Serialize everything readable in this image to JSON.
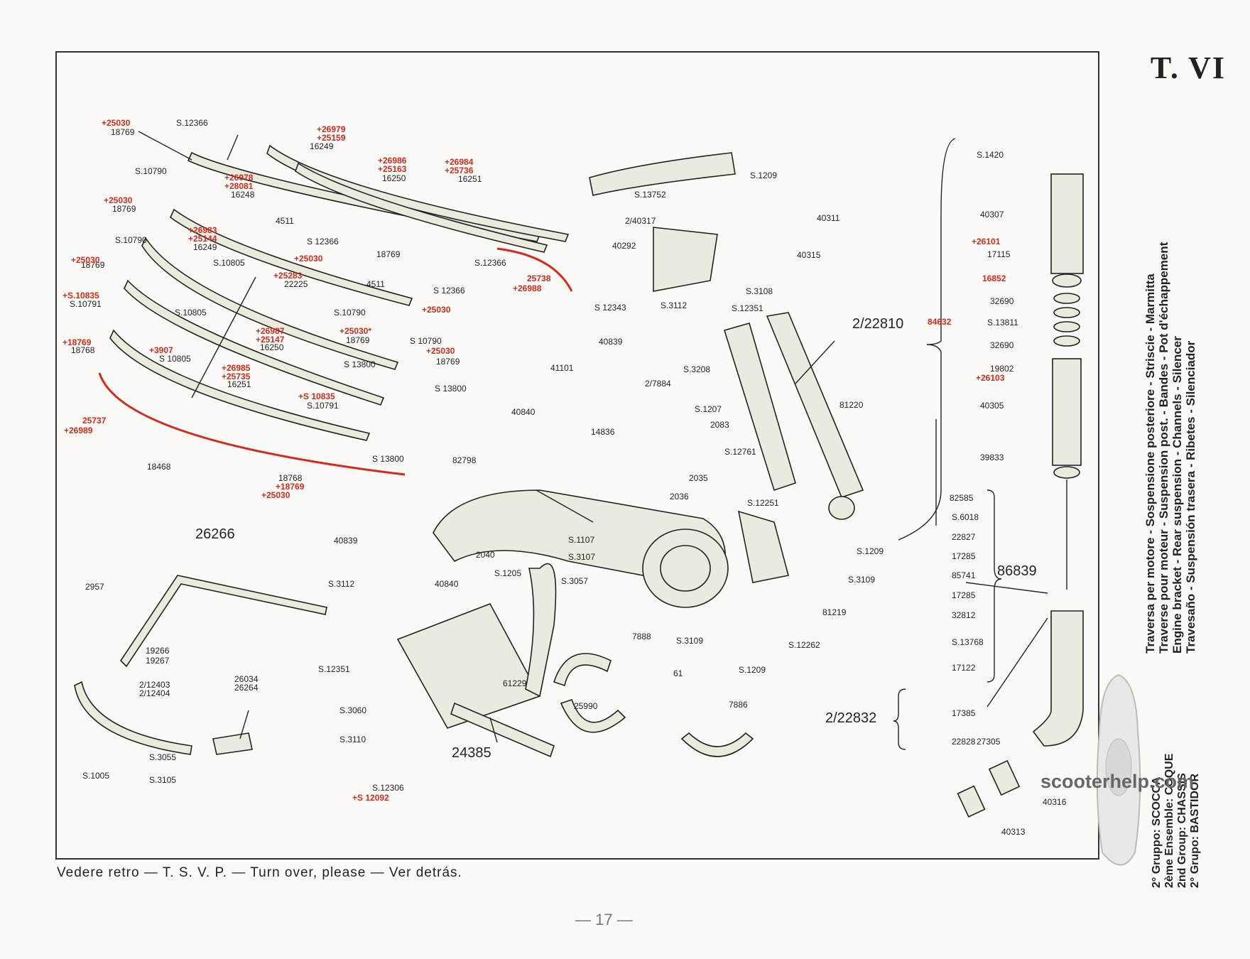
{
  "page": {
    "plate": "T. VI",
    "footer": "Vedere retro — T. S. V. P. — Turn over, please — Ver detrás.",
    "page_number": "— 17 —",
    "watermark": "scooterhelp.com"
  },
  "caption": {
    "line1": "Traversa per motore - Sospensione posteriore - Striscie - Marmitta",
    "line2": "Traverse pour moteur - Suspension post. - Bandes - Pot d'échappement",
    "line3": "Engine bracket - Rear suspension - Channels - Silencer",
    "line4": "Travesaño - Suspensión trasera - Ribetes - Silenciador"
  },
  "group": {
    "line1": "2° Gruppo: SCOCCA",
    "line2": "2ème Ensemble: COQUE",
    "line3": "2nd Group: CHASSIS",
    "line4": "2° Grupo: BASTIDOR"
  },
  "labels_black": [
    "18769",
    "S.12366",
    "S.10790",
    "18769",
    "16249",
    "16248",
    "4511",
    "16249",
    "16250",
    "16251",
    "S.10790",
    "18769",
    "S.10805",
    "S 12366",
    "18769",
    "S.10791",
    "S.10805",
    "22225",
    "4511",
    "S 12366",
    "18768",
    "S.10790",
    "18769",
    "16250",
    "S 10805",
    "16251",
    "S 10790",
    "18769",
    "S 13800",
    "S 13800",
    "S.10791",
    "18468",
    "18768",
    "S 13800",
    "S.12366",
    "S.1209",
    "S.13752",
    "2/40317",
    "40311",
    "40292",
    "40315",
    "S 12343",
    "S.3112",
    "S.3108",
    "S.12351",
    "40839",
    "41101",
    "S.3208",
    "2/7884",
    "S.1207",
    "2083",
    "40840",
    "14836",
    "S.12761",
    "82798",
    "2035",
    "2036",
    "S.12251",
    "2040",
    "S.1205",
    "S.1107",
    "S.3107",
    "S.3057",
    "40839",
    "40840",
    "S.3112",
    "S.12351",
    "S.3109",
    "S.1209",
    "7888",
    "S.3060",
    "S.3110",
    "S.12306",
    "61229",
    "25990",
    "61",
    "7886",
    "24385",
    "81220",
    "S.1209",
    "S.3109",
    "81219",
    "S.12262",
    "S.1420",
    "40307",
    "17115",
    "32690",
    "S.13811",
    "32690",
    "19802",
    "40305",
    "39833",
    "82585",
    "S.6018",
    "22827",
    "17285",
    "85741",
    "17285",
    "32812",
    "S.13768",
    "17122",
    "17385",
    "22828",
    "27305",
    "40316",
    "40313",
    "2957",
    "19266",
    "19267",
    "2/12403",
    "2/12404",
    "26034",
    "26264",
    "S.3055",
    "S.1005",
    "S.3105"
  ],
  "labels_red": [
    "+25030",
    "+26979",
    "+25159",
    "+26986",
    "+25163",
    "+26984",
    "+25736",
    "+26978",
    "+28081",
    "+25030",
    "+26983",
    "+25144",
    "+25030",
    "+25030",
    "+S.10835",
    "+25283",
    "+25030",
    "+25030*",
    "+18769",
    "+26987",
    "+25147",
    "+3907",
    "+25030",
    "+26985",
    "+25735",
    "+S 10835",
    "25737",
    "+26989",
    "+18769",
    "+25030",
    "25738",
    "+26988",
    "+26101",
    "16852",
    "84632",
    "+26103",
    "+S 12092"
  ],
  "labels_big": [
    "26266",
    "2/22810",
    "86839",
    "2/22832",
    "24385"
  ]
}
